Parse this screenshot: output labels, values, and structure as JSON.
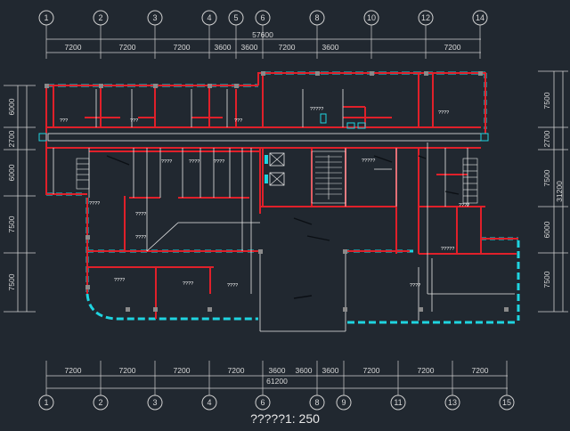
{
  "title": "?????1: 250",
  "top_axis": {
    "grid_labels": [
      "1",
      "2",
      "3",
      "4",
      "5",
      "6",
      "8",
      "10",
      "12",
      "14"
    ],
    "segment_dims": [
      "7200",
      "7200",
      "7200",
      "3600",
      "3600",
      "7200",
      "3600",
      "7200"
    ],
    "total_dim": "57600"
  },
  "bottom_axis": {
    "grid_labels": [
      "1",
      "2",
      "3",
      "4",
      "6",
      "8",
      "9",
      "11",
      "13",
      "15"
    ],
    "segment_dims": [
      "7200",
      "7200",
      "7200",
      "7200",
      "3600",
      "3600",
      "3600",
      "7200",
      "7200",
      "7200"
    ],
    "total_dim": "61200"
  },
  "left_axis": {
    "segment_dims": [
      "6000",
      "2700",
      "6000",
      "7500",
      "7500"
    ]
  },
  "right_axis": {
    "segment_dims": [
      "7500",
      "2700",
      "7500",
      "6000",
      "7500"
    ],
    "total_dim": "31200"
  },
  "room_labels": [
    "???",
    "???",
    "???",
    "?????",
    "????",
    "????",
    "????",
    "????",
    "?????",
    "????",
    "????",
    "????",
    "????",
    "????",
    "????",
    "????",
    "?????",
    "????"
  ],
  "colors": {
    "background": "#212830",
    "wall": "#e0202a",
    "window": "#1fd4e0",
    "line": "#e8e8e8",
    "grid": "#cfcfcf",
    "column": "#8a8a8a"
  }
}
